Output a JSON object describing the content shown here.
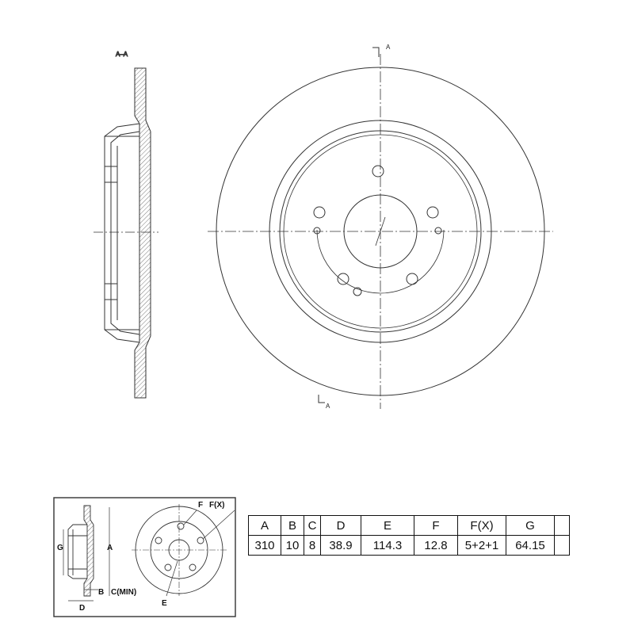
{
  "main_drawing": {
    "section_label": "A–A",
    "cut_label_top": "A",
    "cut_label_bottom": "A"
  },
  "legend_drawing": {
    "labels": {
      "f": "F",
      "fx": "F(X)",
      "g": "G",
      "a": "A",
      "b": "B",
      "cmin": "C(MIN)",
      "d": "D",
      "e": "E"
    }
  },
  "spec_table": {
    "headers": [
      "A",
      "B",
      "C",
      "D",
      "E",
      "F",
      "F(X)",
      "G",
      ""
    ],
    "values": [
      "310",
      "10",
      "8",
      "38.9",
      "114.3",
      "12.8",
      "5+2+1",
      "64.15",
      ""
    ]
  }
}
